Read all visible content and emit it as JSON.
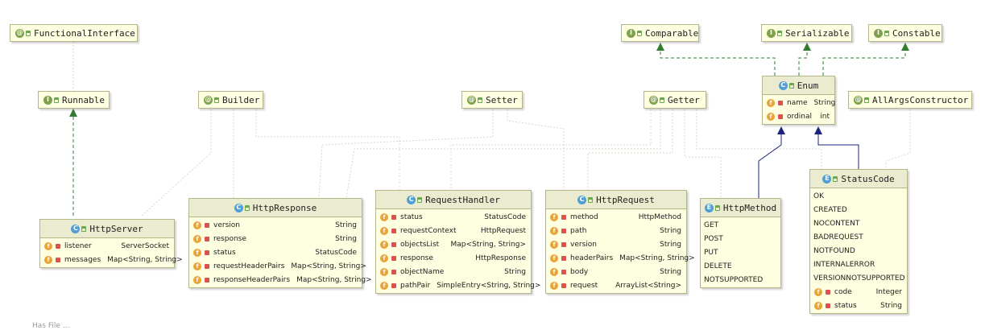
{
  "footer_hint": "Has File ...",
  "annotations": {
    "functional_interface": "FunctionalInterface",
    "comparable": "Comparable",
    "serializable": "Serializable",
    "constable": "Constable",
    "runnable": "Runnable",
    "builder": "Builder",
    "setter": "Setter",
    "getter": "Getter",
    "all_args_constructor": "AllArgsConstructor"
  },
  "enum_class": {
    "title": "Enum",
    "fields": [
      {
        "name": "name",
        "type": "String"
      },
      {
        "name": "ordinal",
        "type": "int"
      }
    ]
  },
  "http_server": {
    "title": "HttpServer",
    "fields": [
      {
        "name": "listener",
        "type": "ServerSocket"
      },
      {
        "name": "messages",
        "type": "Map<String, String>"
      }
    ]
  },
  "http_response": {
    "title": "HttpResponse",
    "fields": [
      {
        "name": "version",
        "type": "String"
      },
      {
        "name": "response",
        "type": "String"
      },
      {
        "name": "status",
        "type": "StatusCode"
      },
      {
        "name": "requestHeaderPairs",
        "type": "Map<String, String>"
      },
      {
        "name": "responseHeaderPairs",
        "type": "Map<String, String>"
      }
    ]
  },
  "request_handler": {
    "title": "RequestHandler",
    "fields": [
      {
        "name": "status",
        "type": "StatusCode"
      },
      {
        "name": "requestContext",
        "type": "HttpRequest"
      },
      {
        "name": "objectsList",
        "type": "Map<String, String>"
      },
      {
        "name": "response",
        "type": "HttpResponse"
      },
      {
        "name": "objectName",
        "type": "String"
      },
      {
        "name": "pathPair",
        "type": "SimpleEntry<String, String>"
      }
    ]
  },
  "http_request": {
    "title": "HttpRequest",
    "fields": [
      {
        "name": "method",
        "type": "HttpMethod"
      },
      {
        "name": "path",
        "type": "String"
      },
      {
        "name": "version",
        "type": "String"
      },
      {
        "name": "headerPairs",
        "type": "Map<String, String>"
      },
      {
        "name": "body",
        "type": "String"
      },
      {
        "name": "request",
        "type": "ArrayList<String>"
      }
    ]
  },
  "http_method": {
    "title": "HttpMethod",
    "constants": [
      "GET",
      "POST",
      "PUT",
      "DELETE",
      "NOTSUPPORTED"
    ]
  },
  "status_code": {
    "title": "StatusCode",
    "constants": [
      "OK",
      "CREATED",
      "NOCONTENT",
      "BADREQUEST",
      "NOTFOUND",
      "INTERNALERROR",
      "VERSIONNOTSUPPORTED"
    ],
    "fields": [
      {
        "name": "code",
        "type": "Integer"
      },
      {
        "name": "status",
        "type": "String"
      }
    ]
  },
  "colors": {
    "box_fill": "#fefee0",
    "header_fill": "#ebebd0",
    "implements_edge": "#2e7d32",
    "extends_edge": "#1a237e",
    "dependency_edge": "#d8d8c8"
  }
}
